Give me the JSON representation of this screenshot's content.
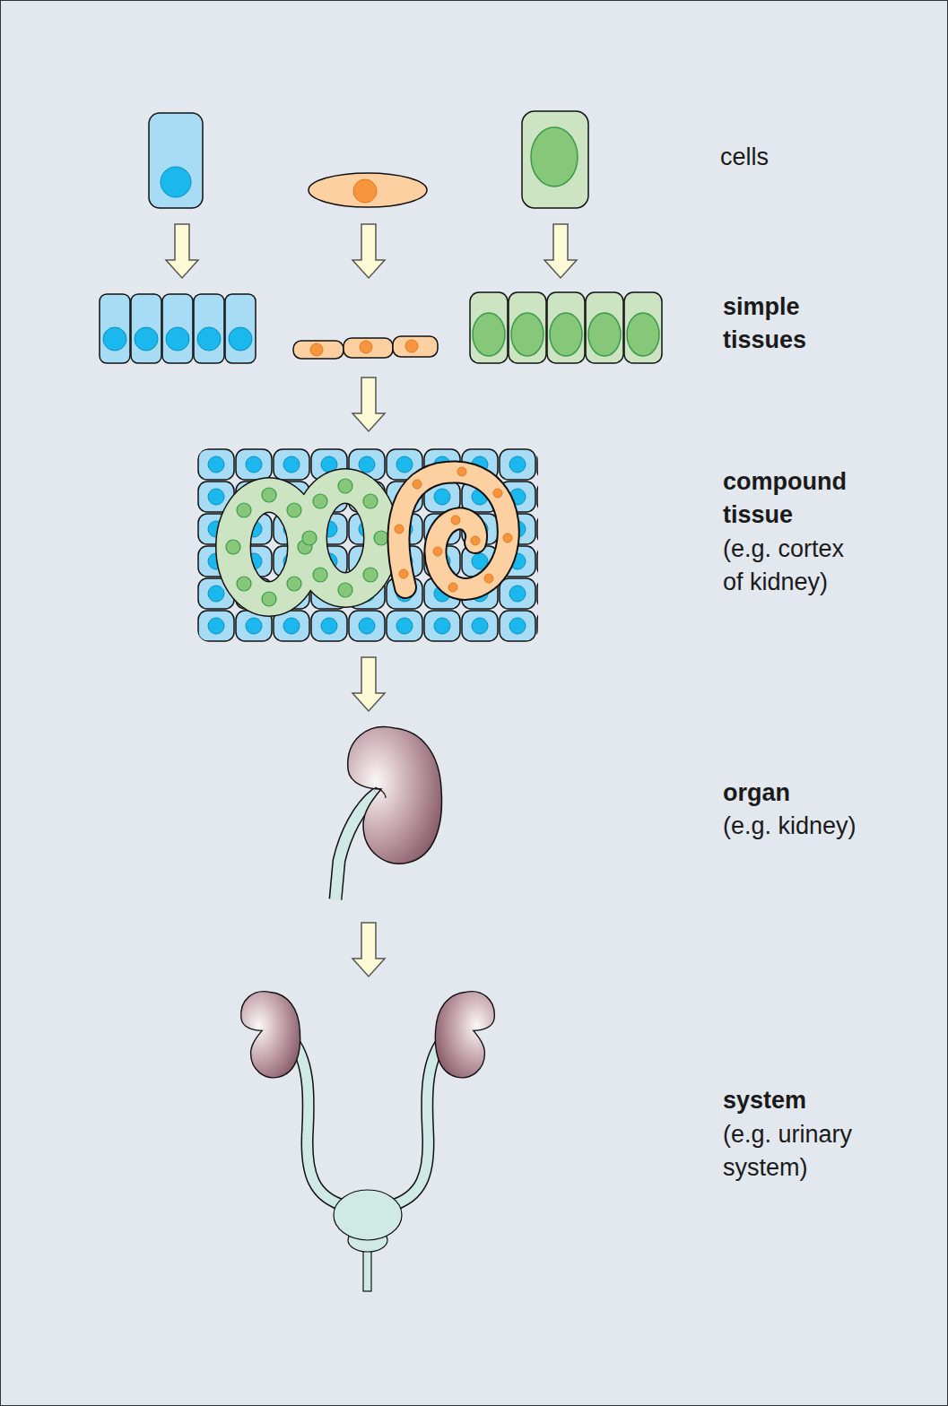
{
  "diagram": {
    "labels": [
      "cells",
      "simple tissues",
      "compound tissue",
      "(e.g. cortex of kidney)",
      "organ",
      "(e.g. kidney)",
      "system",
      "(e.g. urinary system)"
    ]
  }
}
